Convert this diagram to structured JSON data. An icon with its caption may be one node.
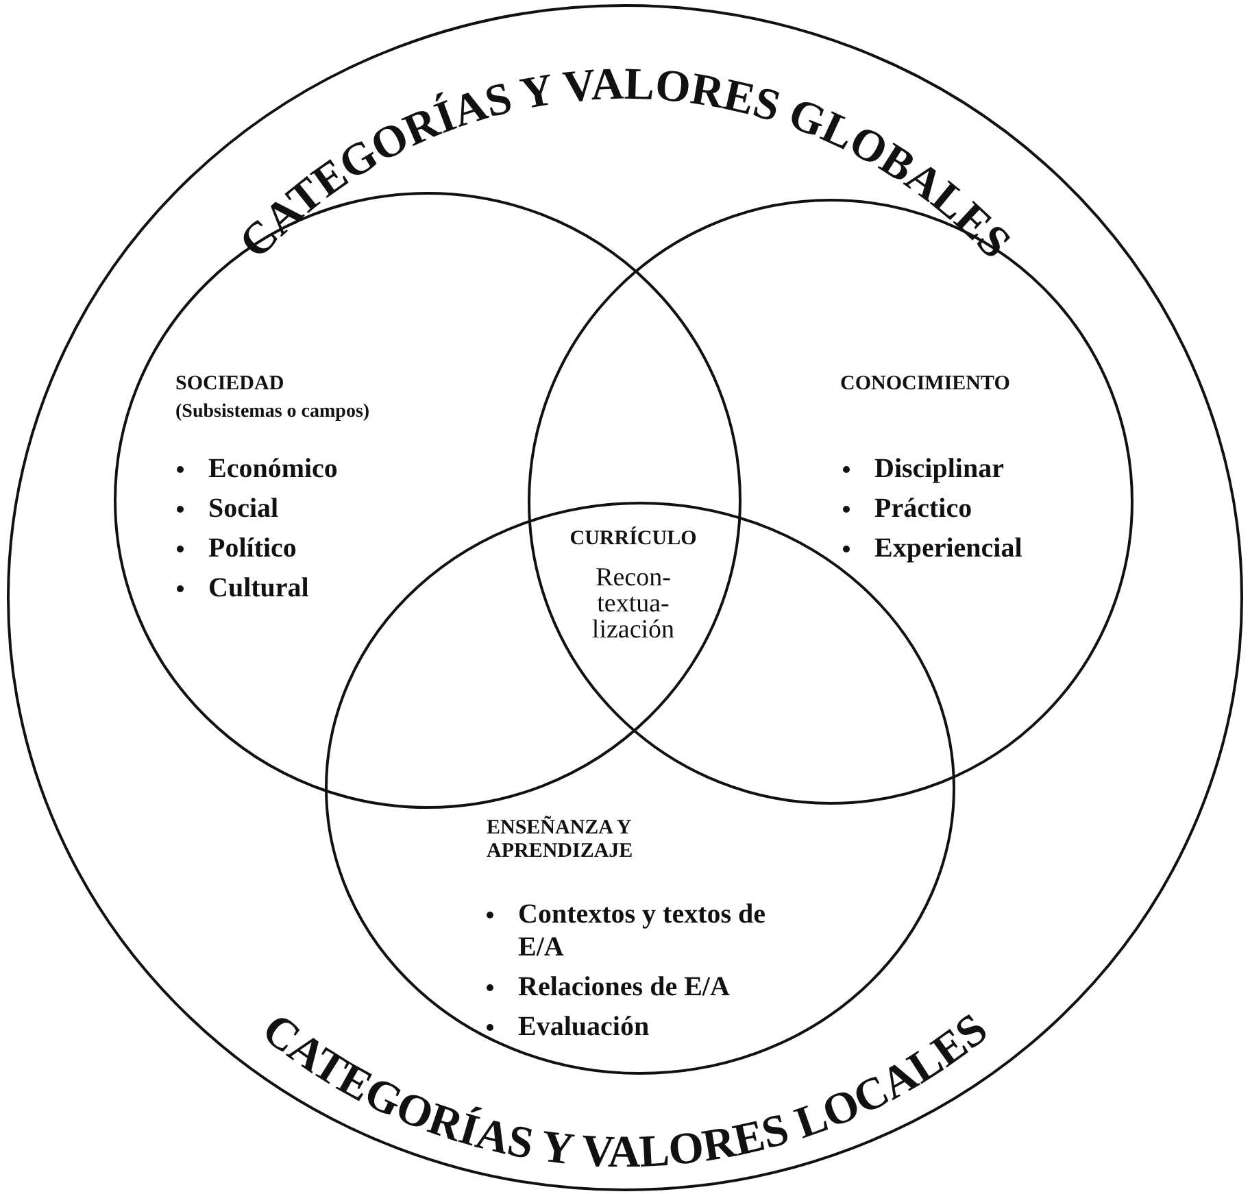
{
  "diagram": {
    "nodes": [
      {
        "text": [
          "CATEGORÍAS Y VALORES GLOBALES",
          "CATEGORÍAS Y VALORES LOCALES"
        ]
      },
      {
        "text": [
          "SOCIEDAD",
          "(Subsistemas o campos)",
          "Económico",
          "Social",
          "Político",
          "Cultural"
        ],
        "in": 0
      },
      {
        "text": [
          "CONOCIMIENTO",
          "Disciplinar",
          "Práctico",
          "Experiencial"
        ],
        "in": 0
      },
      {
        "text": [
          "ENSEÑANZA Y APRENDIZAJE",
          "Contextos y textos de E/A",
          "Relaciones de E/A",
          "Evaluación"
        ],
        "in": 0
      }
    ],
    "labels": [
      "CURRÍCULO",
      "Recon- textua- lización"
    ]
  }
}
